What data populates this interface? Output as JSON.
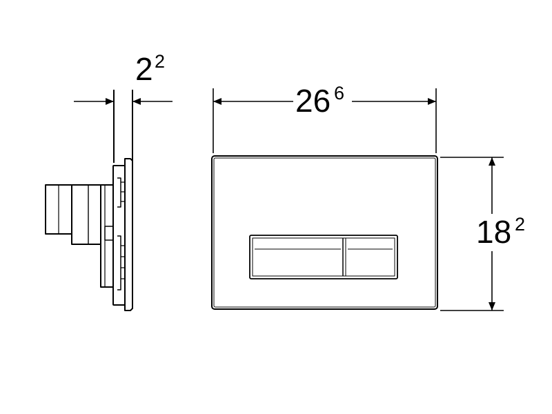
{
  "dimensions": {
    "depth": {
      "main": "2",
      "sup": "2"
    },
    "width": {
      "main": "26",
      "sup": "6"
    },
    "height": {
      "main": "18",
      "sup": "2"
    }
  },
  "colors": {
    "stroke": "#000000",
    "background": "#ffffff"
  }
}
